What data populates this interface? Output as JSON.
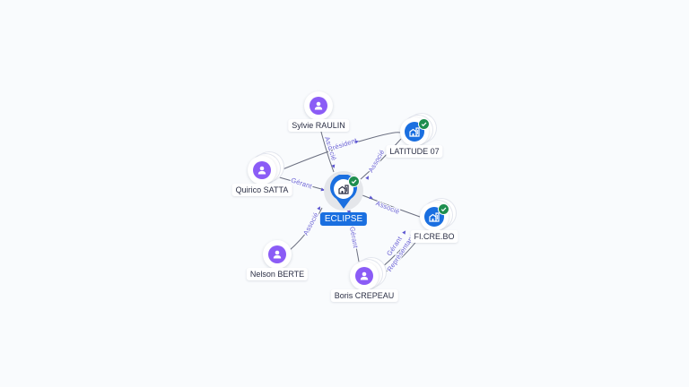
{
  "diagram": {
    "type": "company-relationship-graph",
    "colors": {
      "background": "#f9fbfd",
      "person_avatar": "#8b5cf6",
      "company": "#1a6fe0",
      "verified_badge": "#1e8e4f",
      "edge_label": "#6c63d6",
      "edge_line": "#6b6f80"
    },
    "center": {
      "id": "eclipse",
      "label": "ECLIPSE",
      "kind": "company",
      "icon": "building-icon",
      "verified": true
    },
    "nodes": [
      {
        "id": "sylvie",
        "label": "Sylvie RAULIN",
        "kind": "person",
        "icon": "person-icon",
        "stacked": false
      },
      {
        "id": "latitude",
        "label": "LATITUDE 07",
        "kind": "company",
        "icon": "building-icon",
        "verified": true,
        "stacked": true
      },
      {
        "id": "quirico",
        "label": "Quirico SATTA",
        "kind": "person",
        "icon": "person-icon",
        "stacked": true
      },
      {
        "id": "ficrebo",
        "label": "FI.CRE.BO",
        "kind": "company",
        "icon": "building-icon",
        "verified": true,
        "stacked": true
      },
      {
        "id": "nelson",
        "label": "Nelson BERTE",
        "kind": "person",
        "icon": "person-icon",
        "stacked": false
      },
      {
        "id": "boris",
        "label": "Boris CREPEAU",
        "kind": "person",
        "icon": "person-icon",
        "stacked": true
      }
    ],
    "edges": [
      {
        "from": "sylvie",
        "to": "eclipse",
        "label": "Associé"
      },
      {
        "from": "quirico",
        "to": "latitude",
        "label": "Président"
      },
      {
        "from": "quirico",
        "to": "eclipse",
        "label": "Gérant"
      },
      {
        "from": "latitude",
        "to": "eclipse",
        "label": "Associé"
      },
      {
        "from": "ficrebo",
        "to": "eclipse",
        "label": "Associé"
      },
      {
        "from": "nelson",
        "to": "eclipse",
        "label": "Associé"
      },
      {
        "from": "boris",
        "to": "eclipse",
        "label": "Gérant"
      },
      {
        "from": "boris",
        "to": "ficrebo",
        "label": "Gérant"
      },
      {
        "from": "boris",
        "to": "ficrebo",
        "label": "Représentant"
      }
    ]
  }
}
